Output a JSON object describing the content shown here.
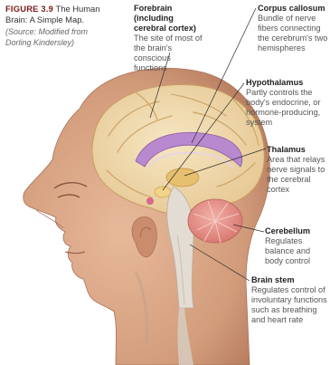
{
  "caption": {
    "figure_number": "FIGURE 3.9",
    "title": "The Human Brain: A Simple Map.",
    "source": "(Source: Modified from Dorling Kindersley)"
  },
  "labels": {
    "forebrain": {
      "title": "Forebrain (including cerebral cortex)",
      "desc": "The site of most of the brain's conscious functions"
    },
    "corpus_callosum": {
      "title": "Corpus callosum",
      "desc": "Bundle of nerve fibers connecting the cerebrum's two hemispheres"
    },
    "hypothalamus": {
      "title": "Hypothalamus",
      "desc": "Partly controls the body's endocrine, or hormone-producing, system"
    },
    "thalamus": {
      "title": "Thalamus",
      "desc": "Area that relays nerve signals to the cerebral cortex"
    },
    "cerebellum": {
      "title": "Cerebellum",
      "desc": "Regulates balance and body control"
    },
    "brain_stem": {
      "title": "Brain stem",
      "desc": "Regulates control of involuntary functions such as breathing and heart rate"
    }
  },
  "colors": {
    "skin": "#d9a98a",
    "skin_shadow": "#b88064",
    "cortex": "#efd7a4",
    "cortex_fold": "#d2b27b",
    "corpus_callosum": "#b07ac4",
    "cerebellum": "#e28e88",
    "brain_stem": "#d9d0c8",
    "leader_line": "#2b2b2b"
  }
}
